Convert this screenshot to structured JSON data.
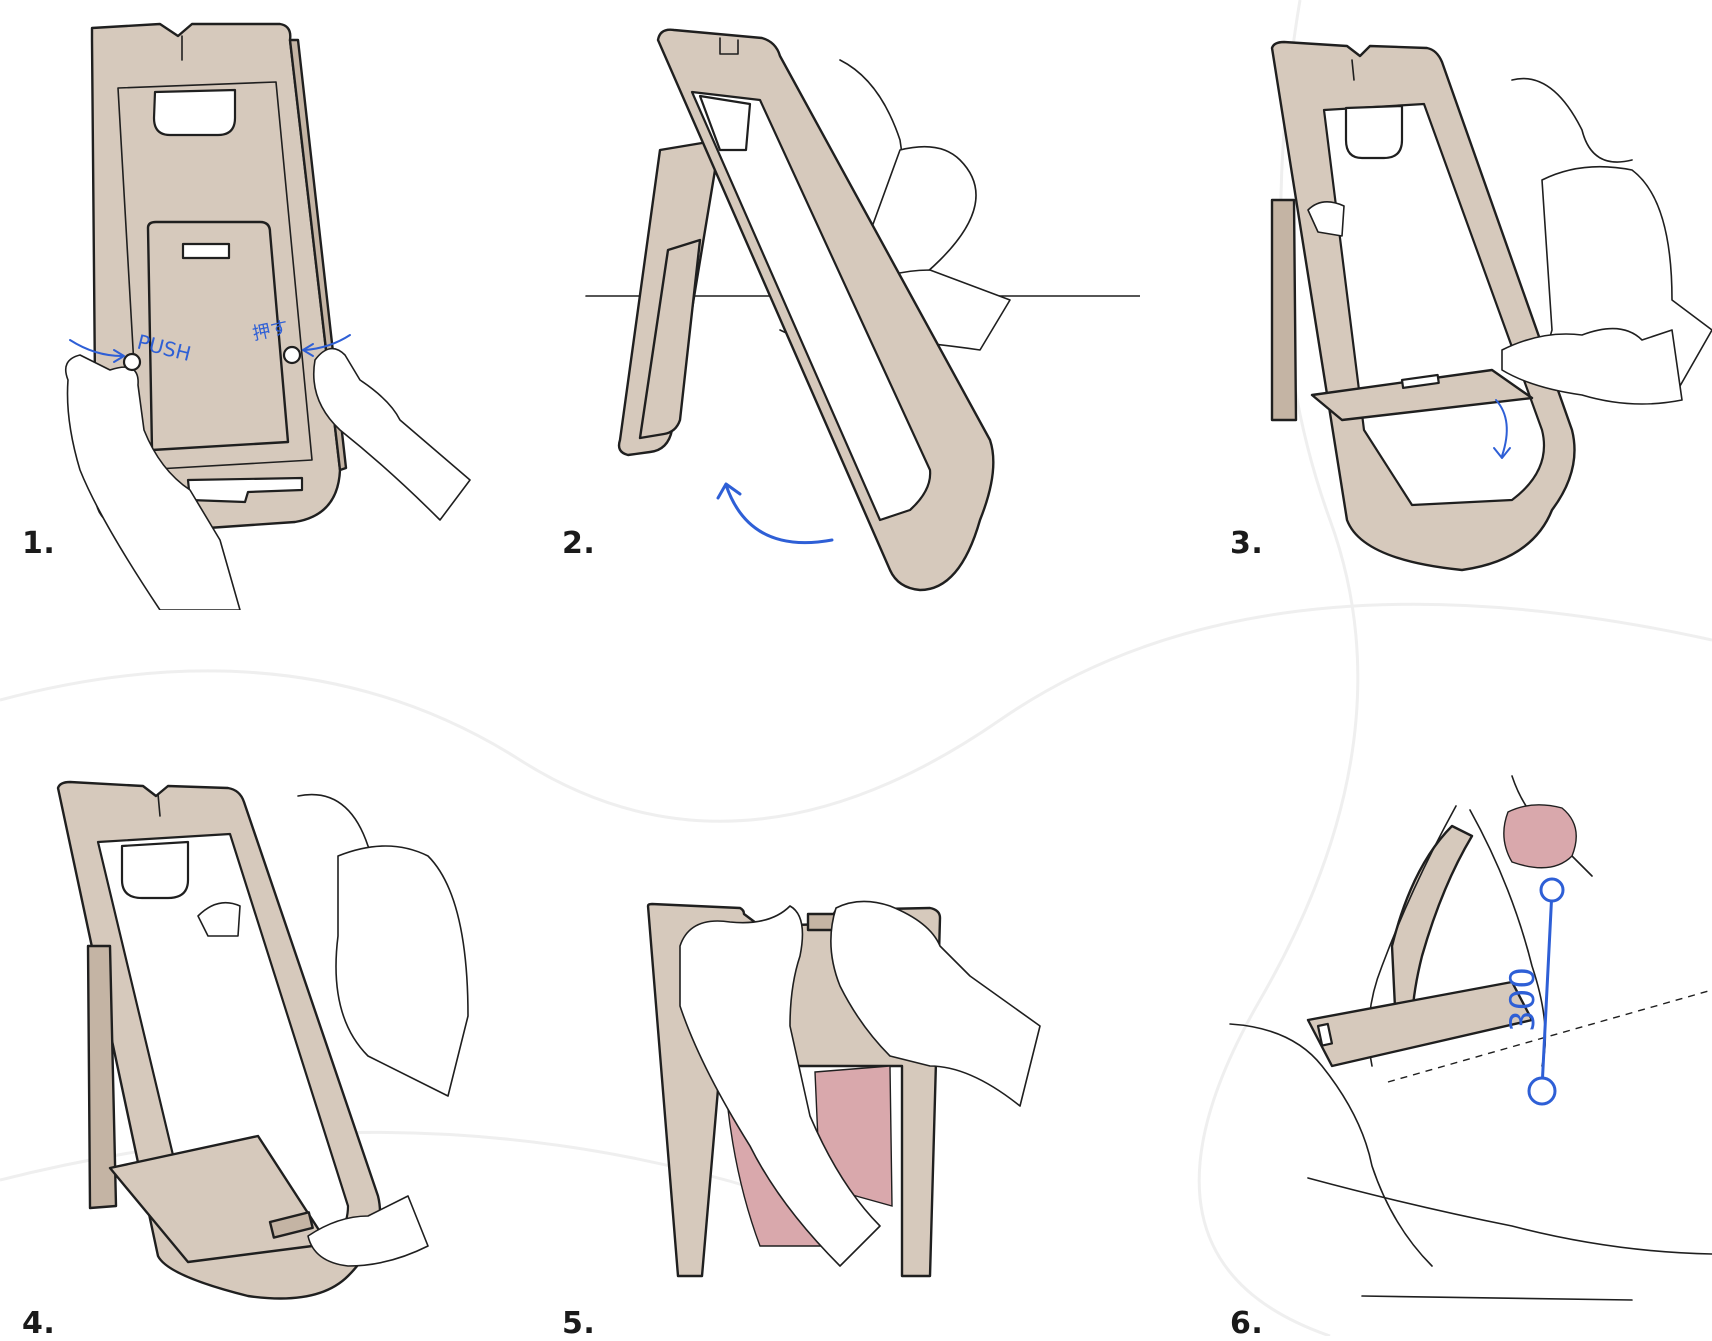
{
  "steps": [
    {
      "label": "1."
    },
    {
      "label": "2."
    },
    {
      "label": "3."
    },
    {
      "label": "4."
    },
    {
      "label": "5."
    },
    {
      "label": "6."
    }
  ],
  "annotations": {
    "push_left": "PUSH",
    "push_right": "押す",
    "distance": "300"
  },
  "colors": {
    "wood": "#d6c9bc",
    "annotation_blue": "#2e5fd6",
    "pink": "#d9a8ac"
  }
}
